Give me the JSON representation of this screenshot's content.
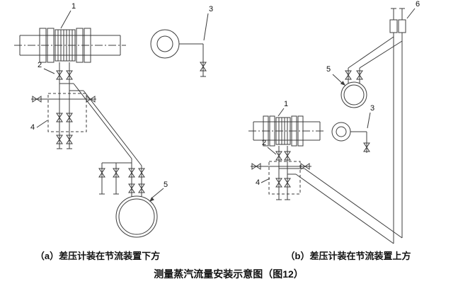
{
  "figure": {
    "title": "测量蒸汽流量安装示意图（图12）",
    "caption_a": "（a）差压计装在节流装置下方",
    "caption_b": "（b）差压计装在节流装置上方"
  },
  "labels": {
    "n1": "1",
    "n2": "2",
    "n3": "3",
    "n4": "4",
    "n5": "5",
    "n6": "6"
  },
  "colors": {
    "line": "#3c3c3c",
    "text": "#111111",
    "background": "#ffffff"
  }
}
